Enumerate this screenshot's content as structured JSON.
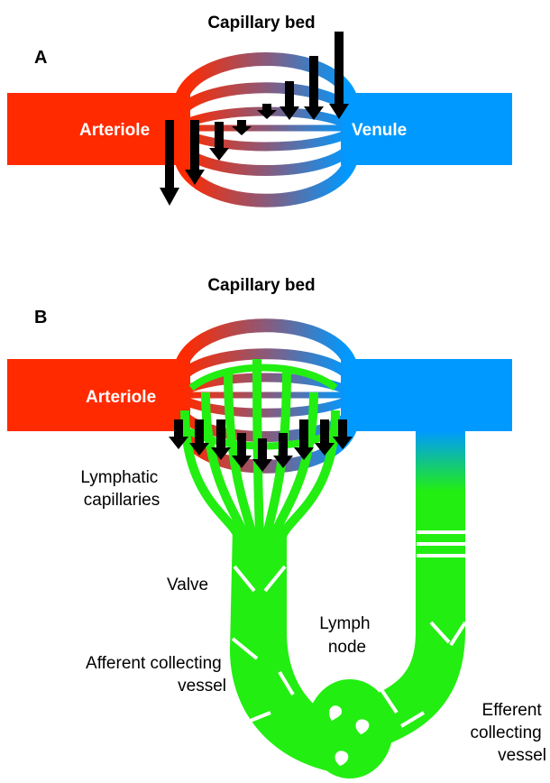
{
  "panel_a": {
    "letter": "A",
    "title": "Capillary bed",
    "arteriole": "Arteriole",
    "venule": "Venule"
  },
  "panel_b": {
    "letter": "B",
    "title": "Capillary bed",
    "arteriole": "Arteriole",
    "lymphatic_capillaries": [
      "Lymphatic",
      "capillaries"
    ],
    "valve": "Valve",
    "lymph_node": [
      "Lymph",
      "node"
    ],
    "afferent": [
      "Afferent collecting",
      "vessel"
    ],
    "efferent": [
      "Efferent",
      "collecting",
      "vessel"
    ]
  },
  "colors": {
    "arterial": "#ff2a00",
    "venous": "#0099ff",
    "lymph": "#22ee11",
    "arrow": "#000000"
  }
}
